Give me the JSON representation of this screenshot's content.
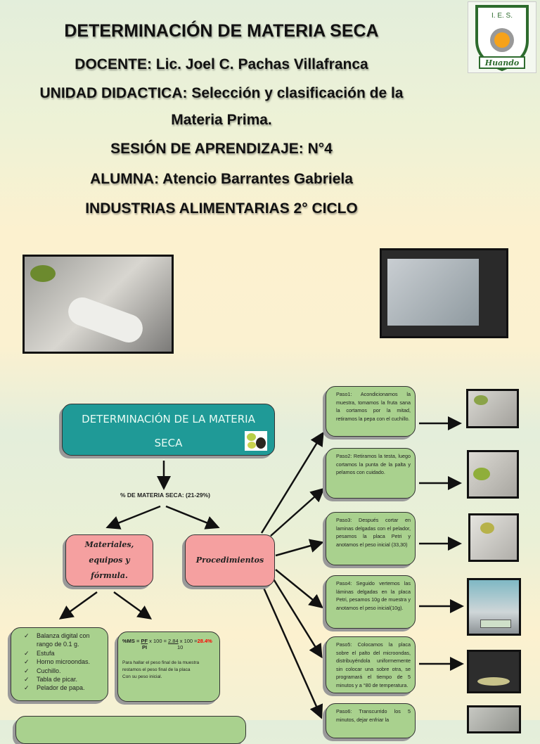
{
  "header": {
    "title": "DETERMINACIÓN DE MATERIA SECA",
    "docente": "DOCENTE: Lic. Joel C. Pachas Villafranca",
    "unidad_line1": "UNIDAD DIDACTICA: Selección y clasificación de la",
    "unidad_line2": "Materia Prima.",
    "sesion": "SESIÓN DE APRENDIZAJE: N°4",
    "alumna": "ALUMNA: Atencio Barrantes Gabriela",
    "ciclo": "INDUSTRIAS ALIMENTARIAS 2° CICLO"
  },
  "logo": {
    "top_text": "I. E. S.",
    "banner_text": "Huando"
  },
  "diagram": {
    "main_title_line1": "DETERMINACIÓN DE LA MATERIA",
    "main_title_line2": "SECA",
    "percent_label": "% DE MATERIA SECA: (21-29%)",
    "materials_label": "Materiales, equipos y fórmula.",
    "procedures_label": "Procedimientos",
    "materials": [
      "Balanza digital con rango de 0.1 g.",
      "Estufa",
      "Horno microondas.",
      "Cuchillo.",
      "Tabla de picar.",
      "Pelador de papa."
    ],
    "formula": {
      "lhs": "%MS = ",
      "num": "PF",
      "den": "PI",
      "mid": " x 100 = ",
      "num2": "2.84",
      "den2": "10",
      "tail": " x 100 =",
      "result": "28.4%",
      "note1": "Para hallar el peso final de la muestra",
      "note2": "restamos el peso final de la placa",
      "note3": "Con su peso inicial."
    },
    "steps": [
      "Paso1: Acondicionamos la muestra, tomamos la fruta sana la cortamos por la mitad, retiramos la pepa con el cuchillo.",
      "Paso2: Retiramos la testa, luego cortamos la punta de la palta y pelamos con cuidado.",
      "Paso3: Después cortar en laminas delgadas con el pelador, pesamos la placa Petri y anotamos el peso inicial (33,30)",
      "Paso4: Seguido vertemos las láminas delgadas en la placa Petri, pesamos 10g de muestra y anotamos el peso inicial(10g).",
      "Paso5: Colocamos la placa sobre el palto del microondas, distribuyéndola uniformemente sin colocar una sobre otra, se programará el tiempo de 5 minutos y a °80 de temperatura.",
      "Paso6: Transcurrido los 5 minutos, dejar enfriar la"
    ]
  },
  "colors": {
    "teal": "#1f9a97",
    "pink": "#f5a0a0",
    "green": "#a9d18e",
    "result_red": "#ff0000"
  }
}
